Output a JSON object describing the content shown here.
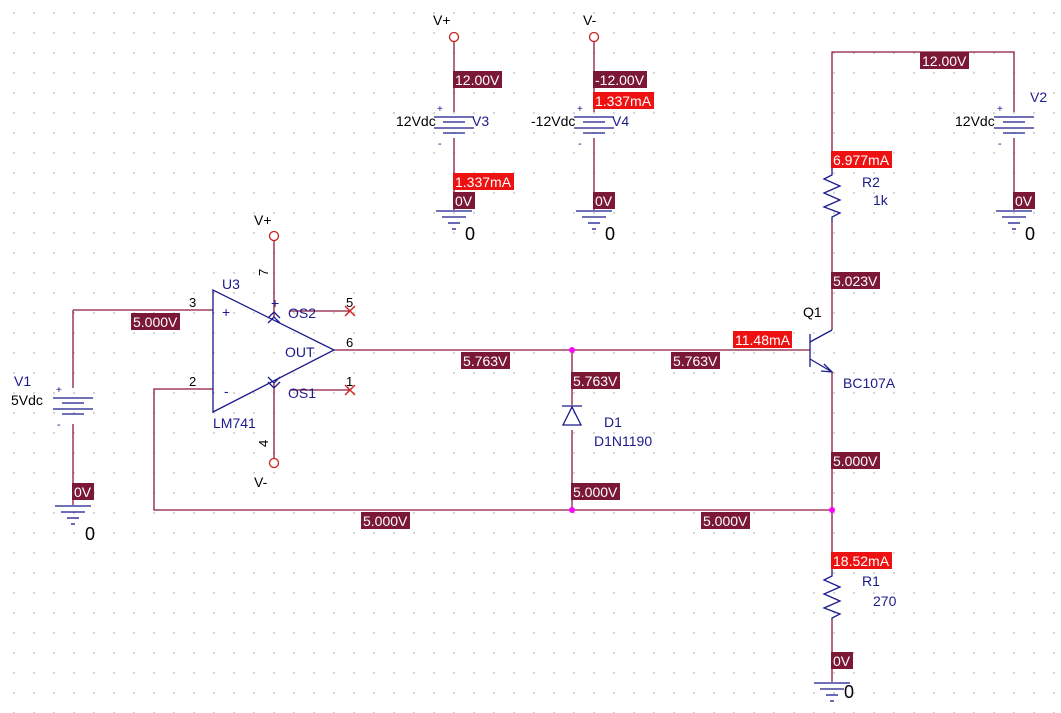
{
  "components": {
    "opamp": {
      "ref": "U3",
      "part": "LM741",
      "plus_sign": "+",
      "minus_sign": "-",
      "out_label": "OUT",
      "os1_label": "OS1",
      "os2_label": "OS2",
      "pin_plus": "3",
      "pin_minus": "2",
      "pin_out": "6",
      "pin_vplus": "7",
      "pin_vminus": "4",
      "pin_os1": "1",
      "pin_os2": "5",
      "rail_top": "V+",
      "rail_bottom": "V-"
    },
    "v1": {
      "ref": "V1",
      "value": "5Vdc",
      "ground": "0"
    },
    "v2": {
      "ref": "V2",
      "value": "12Vdc",
      "ground": "0"
    },
    "v3": {
      "ref": "V3",
      "value": "12Vdc",
      "rail": "V+",
      "ground": "0"
    },
    "v4": {
      "ref": "V4",
      "value": "-12Vdc",
      "rail": "V-",
      "ground": "0"
    },
    "r1": {
      "ref": "R1",
      "value": "270",
      "ground": "0"
    },
    "r2": {
      "ref": "R2",
      "value": "1k"
    },
    "d1": {
      "ref": "D1",
      "part": "D1N1190"
    },
    "q1": {
      "ref": "Q1",
      "part": "BC107A"
    },
    "plus_mark": "+",
    "minus_mark": "-"
  },
  "probes": {
    "v3_top": "12.00V",
    "v3_current": "1.337mA",
    "v3_gnd": "0V",
    "v4_top": "-12.00V",
    "v4_current": "1.337mA",
    "v4_gnd": "0V",
    "v2_top": "12.00V",
    "v2_gnd": "0V",
    "r2_current": "6.977mA",
    "collector": "5.023V",
    "base_current": "11.48mA",
    "noninv_in": "5.000V",
    "opamp_out": "5.763V",
    "base_node": "5.763V",
    "diode_anode": "5.763V",
    "diode_cathode": "5.000V",
    "emitter": "5.000V",
    "feedback_left": "5.000V",
    "feedback_right": "5.000V",
    "r1_current": "18.52mA",
    "v1_gnd": "0V",
    "r1_gnd": "0V"
  },
  "colors": {
    "wire": "#8b1a3a",
    "component": "#1a1a8c",
    "voltage_tag": "#7a1836",
    "current_tag": "#ee1111",
    "junction": "#ff00ff"
  }
}
